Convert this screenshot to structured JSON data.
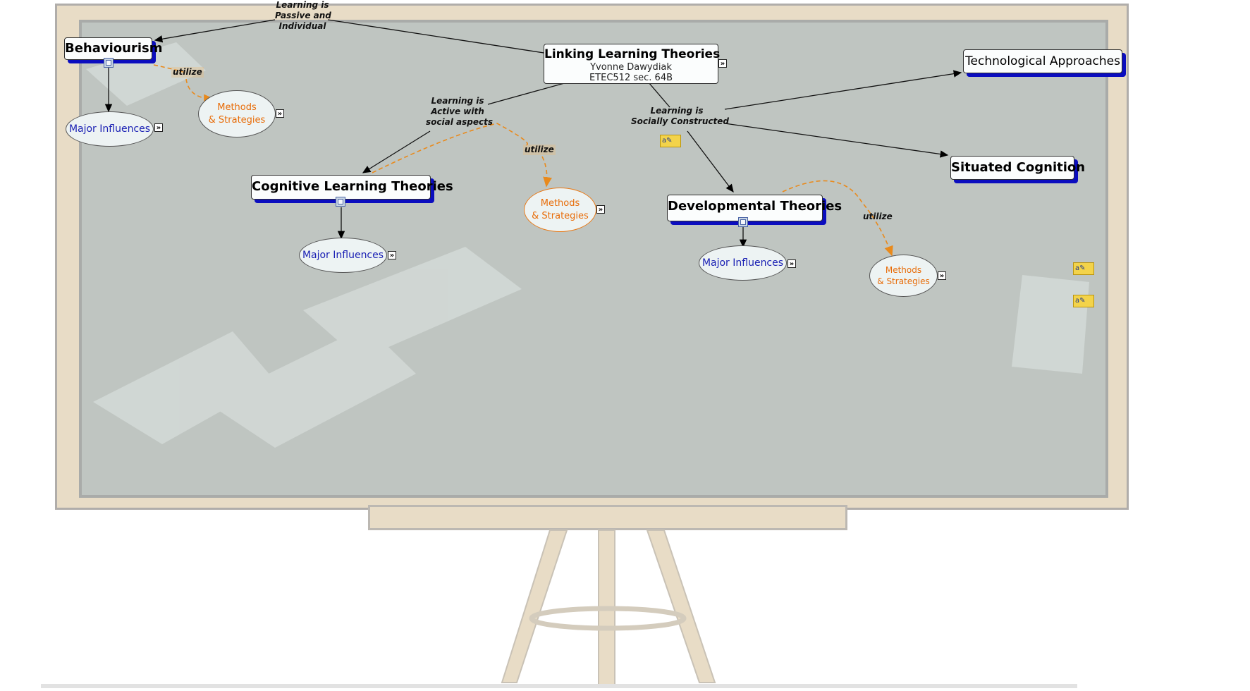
{
  "root": {
    "title": "Linking Learning Theories",
    "author": "Yvonne Dawydiak",
    "course": "ETEC512 sec. 64B"
  },
  "nodes": {
    "behaviourism": "Behaviourism",
    "cognitive": "Cognitive Learning Theories",
    "developmental": "Developmental Theories",
    "technological": "Technological Approaches",
    "situated": "Situated Cognition",
    "major_influences": "Major Influences",
    "methods_line1": "Methods",
    "methods_line2": "& Strategies"
  },
  "links": {
    "passive_1": "Learning is",
    "passive_2": "Passive and",
    "passive_3": "Individual",
    "active_1": "Learning is",
    "active_2": "Active with",
    "active_3": "social aspects",
    "social_1": "Learning is",
    "social_2": "Socially Constructed",
    "utilize": "utilize"
  },
  "icons": {
    "expand": "double-chevron-right-icon",
    "resource": "resource-list-icon",
    "note": "annotation-note-icon"
  },
  "colors": {
    "board": "#bfc5c1",
    "frame": "#e8dcc6",
    "node_shadow": "#0b0dbf",
    "major_text": "#1b21b4",
    "method_text": "#e86c08",
    "dashed_link": "#e98a1c"
  }
}
